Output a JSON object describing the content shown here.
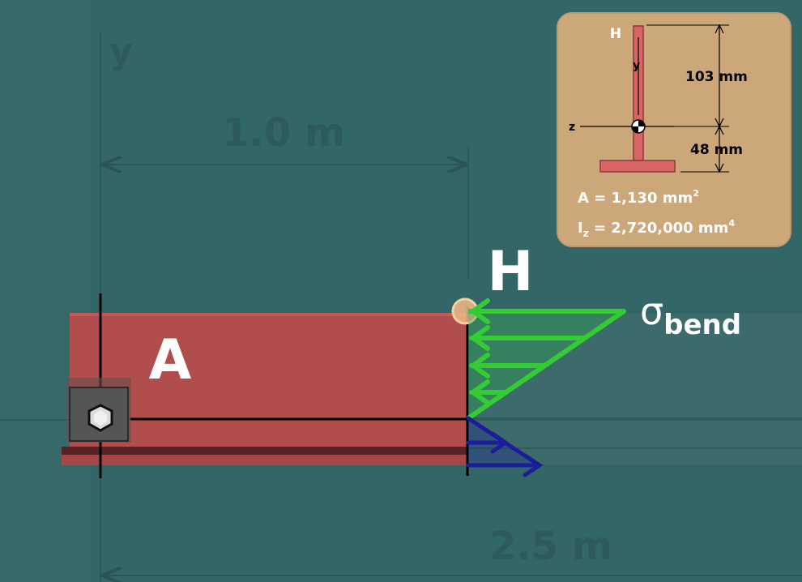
{
  "background": {
    "y_axis_label": "y",
    "dim_top": "1.0 m",
    "dim_bottom": "2.5 m"
  },
  "beam": {
    "point_a": "A",
    "point_h": "H"
  },
  "stress": {
    "symbol": "σ",
    "subscript": "bend"
  },
  "section_panel": {
    "point_h": "H",
    "y_label": "y",
    "z_label": "z",
    "dim_upper": "103 mm",
    "dim_lower": "48 mm",
    "area_label": "A = 1,130 mm",
    "area_exp": "2",
    "inertia_symbol": "I",
    "inertia_sub": "z",
    "inertia_value": " = 2,720,000 mm",
    "inertia_exp": "4"
  },
  "colors": {
    "background": "#336666",
    "beam": "#b24d4d",
    "panel": "#cca77a",
    "compression_arrows": "#33cc33",
    "tension_arrows": "#1a1f99",
    "marker": "#f5c28a"
  }
}
